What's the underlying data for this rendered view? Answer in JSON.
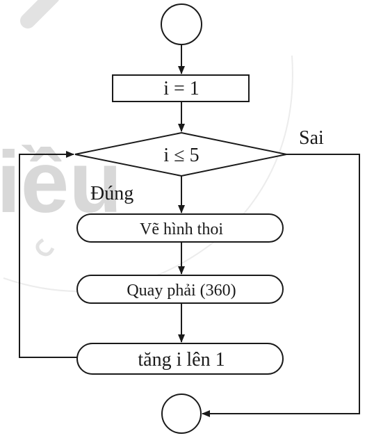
{
  "watermark": {
    "text": "iều",
    "color": "#d8d8d8"
  },
  "flowchart": {
    "stroke_color": "#1a1a1a",
    "nodes": {
      "start": {
        "shape": "circle",
        "label": ""
      },
      "init": {
        "shape": "rectangle",
        "label": "i = 1"
      },
      "condition": {
        "shape": "diamond",
        "label": "i ≤ 5"
      },
      "step1": {
        "shape": "rounded-rectangle",
        "label": "Vẽ hình thoi"
      },
      "step2": {
        "shape": "rounded-rectangle",
        "label": "Quay phải (360)"
      },
      "step3": {
        "shape": "rounded-rectangle",
        "label": "tăng i lên 1"
      },
      "end": {
        "shape": "circle",
        "label": ""
      }
    },
    "edge_labels": {
      "false_branch": "Sai",
      "true_branch": "Đúng"
    }
  }
}
